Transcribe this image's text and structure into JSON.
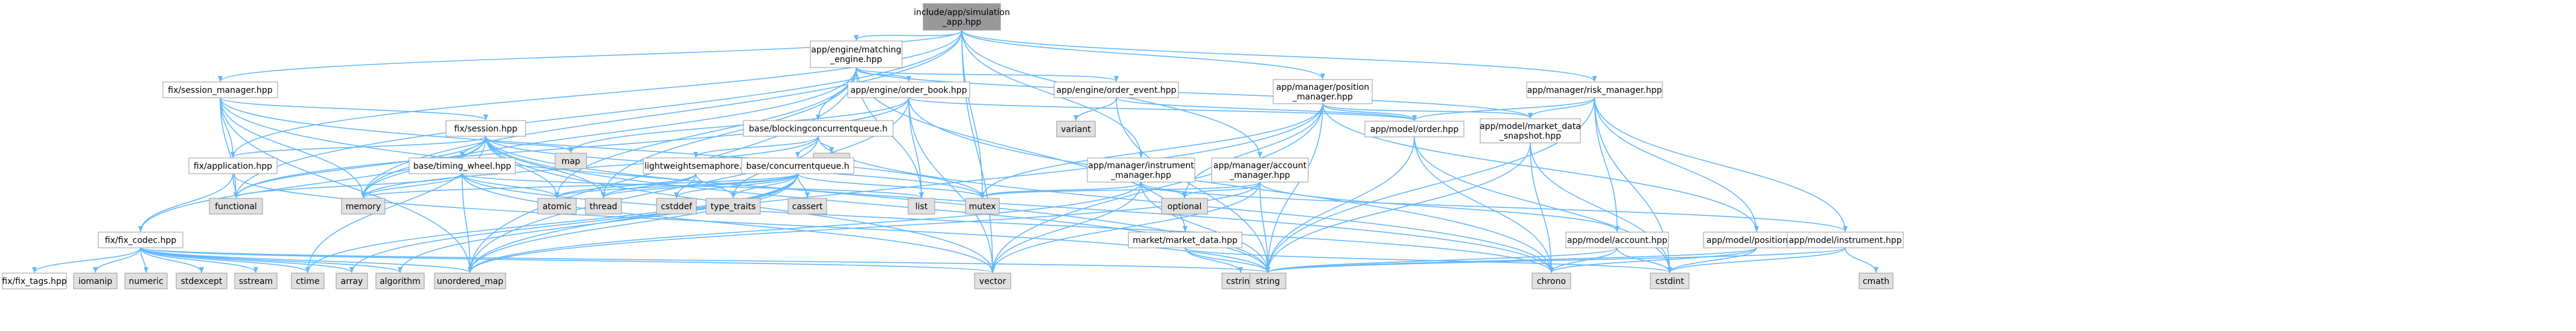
{
  "colors": {
    "edge": "#63b8ff",
    "root_fill": "#999999",
    "internal_fill": "#ffffff",
    "system_fill": "#e0e0e0",
    "border": "#999999",
    "bad_border": "#ff0000",
    "text": "#000000"
  },
  "nodes": [
    {
      "id": "root",
      "label": [
        "include/app/simulation",
        "_app.hpp"
      ],
      "kind": "root"
    },
    {
      "id": "me",
      "label": [
        "app/engine/matching",
        "_engine.hpp"
      ],
      "kind": "internal"
    },
    {
      "id": "fsm",
      "label": [
        "fix/session_manager.hpp"
      ],
      "kind": "internal"
    },
    {
      "id": "ob",
      "label": [
        "app/engine/order_book.hpp"
      ],
      "kind": "internal"
    },
    {
      "id": "oe",
      "label": [
        "app/engine/order_event.hpp"
      ],
      "kind": "internal"
    },
    {
      "id": "pm",
      "label": [
        "app/manager/position",
        "_manager.hpp"
      ],
      "kind": "internal"
    },
    {
      "id": "rm",
      "label": [
        "app/manager/risk_manager.hpp"
      ],
      "kind": "internal"
    },
    {
      "id": "fs",
      "label": [
        "fix/session.hpp"
      ],
      "kind": "internal"
    },
    {
      "id": "bcq",
      "label": [
        "base/blockingconcurrentqueue.h"
      ],
      "kind": "internal"
    },
    {
      "id": "variant",
      "label": [
        "variant"
      ],
      "kind": "system"
    },
    {
      "id": "ord",
      "label": [
        "app/model/order.hpp"
      ],
      "kind": "internal"
    },
    {
      "id": "mds",
      "label": [
        "app/model/market_data",
        "_snapshot.hpp"
      ],
      "kind": "internal"
    },
    {
      "id": "map",
      "label": [
        "map"
      ],
      "kind": "system"
    },
    {
      "id": "cerrno",
      "label": [
        "cerrno"
      ],
      "kind": "system"
    },
    {
      "id": "app",
      "label": [
        "fix/application.hpp"
      ],
      "kind": "internal"
    },
    {
      "id": "tw",
      "label": [
        "base/timing_wheel.hpp"
      ],
      "kind": "bad"
    },
    {
      "id": "lws",
      "label": [
        "lightweightsemaphore.h"
      ],
      "kind": "internal"
    },
    {
      "id": "cq",
      "label": [
        "base/concurrentqueue.h"
      ],
      "kind": "bad"
    },
    {
      "id": "im",
      "label": [
        "app/manager/instrument",
        "_manager.hpp"
      ],
      "kind": "internal"
    },
    {
      "id": "am",
      "label": [
        "app/manager/account",
        "_manager.hpp"
      ],
      "kind": "internal"
    },
    {
      "id": "functional",
      "label": [
        "functional"
      ],
      "kind": "system"
    },
    {
      "id": "memory",
      "label": [
        "memory"
      ],
      "kind": "system"
    },
    {
      "id": "atomic",
      "label": [
        "atomic"
      ],
      "kind": "system"
    },
    {
      "id": "thread",
      "label": [
        "thread"
      ],
      "kind": "system"
    },
    {
      "id": "cstddef",
      "label": [
        "cstddef"
      ],
      "kind": "system"
    },
    {
      "id": "typetraits",
      "label": [
        "type_traits"
      ],
      "kind": "system"
    },
    {
      "id": "cassert",
      "label": [
        "cassert"
      ],
      "kind": "system"
    },
    {
      "id": "list",
      "label": [
        "list"
      ],
      "kind": "system"
    },
    {
      "id": "mutex",
      "label": [
        "mutex"
      ],
      "kind": "system"
    },
    {
      "id": "optional",
      "label": [
        "optional"
      ],
      "kind": "system"
    },
    {
      "id": "mdh",
      "label": [
        "market/market_data.hpp"
      ],
      "kind": "internal"
    },
    {
      "id": "acc",
      "label": [
        "app/model/account.hpp"
      ],
      "kind": "internal"
    },
    {
      "id": "pos",
      "label": [
        "app/model/position.hpp"
      ],
      "kind": "internal"
    },
    {
      "id": "ins",
      "label": [
        "app/model/instrument.hpp"
      ],
      "kind": "internal"
    },
    {
      "id": "codec",
      "label": [
        "fix/fix_codec.hpp"
      ],
      "kind": "internal"
    },
    {
      "id": "tags",
      "label": [
        "fix/fix_tags.hpp"
      ],
      "kind": "internal"
    },
    {
      "id": "iomanip",
      "label": [
        "iomanip"
      ],
      "kind": "system"
    },
    {
      "id": "numeric",
      "label": [
        "numeric"
      ],
      "kind": "system"
    },
    {
      "id": "stdexcept",
      "label": [
        "stdexcept"
      ],
      "kind": "system"
    },
    {
      "id": "sstream",
      "label": [
        "sstream"
      ],
      "kind": "system"
    },
    {
      "id": "ctime",
      "label": [
        "ctime"
      ],
      "kind": "system"
    },
    {
      "id": "array",
      "label": [
        "array"
      ],
      "kind": "system"
    },
    {
      "id": "algorithm",
      "label": [
        "algorithm"
      ],
      "kind": "system"
    },
    {
      "id": "umap",
      "label": [
        "unordered_map"
      ],
      "kind": "system"
    },
    {
      "id": "vector",
      "label": [
        "vector"
      ],
      "kind": "system"
    },
    {
      "id": "cstring",
      "label": [
        "cstring"
      ],
      "kind": "system"
    },
    {
      "id": "string",
      "label": [
        "string"
      ],
      "kind": "system"
    },
    {
      "id": "chrono",
      "label": [
        "chrono"
      ],
      "kind": "system"
    },
    {
      "id": "cstdint",
      "label": [
        "cstdint"
      ],
      "kind": "system"
    },
    {
      "id": "cmath",
      "label": [
        "cmath"
      ],
      "kind": "system"
    }
  ],
  "edges": [
    [
      "root",
      "me"
    ],
    [
      "root",
      "fsm"
    ],
    [
      "root",
      "pm"
    ],
    [
      "root",
      "rm"
    ],
    [
      "root",
      "app"
    ],
    [
      "root",
      "im"
    ],
    [
      "root",
      "am"
    ],
    [
      "root",
      "mutex"
    ],
    [
      "root",
      "memory"
    ],
    [
      "root",
      "vector"
    ],
    [
      "root",
      "functional"
    ],
    [
      "me",
      "ob"
    ],
    [
      "me",
      "oe"
    ],
    [
      "me",
      "bcq"
    ],
    [
      "me",
      "mds"
    ],
    [
      "me",
      "mdh"
    ],
    [
      "me",
      "thread"
    ],
    [
      "me",
      "atomic"
    ],
    [
      "me",
      "list"
    ],
    [
      "me",
      "umap"
    ],
    [
      "me",
      "memory"
    ],
    [
      "fsm",
      "fs"
    ],
    [
      "fsm",
      "app"
    ],
    [
      "fsm",
      "memory"
    ],
    [
      "fsm",
      "umap"
    ],
    [
      "fsm",
      "mutex"
    ],
    [
      "fsm",
      "functional"
    ],
    [
      "fsm",
      "string"
    ],
    [
      "ob",
      "ord"
    ],
    [
      "ob",
      "list"
    ],
    [
      "ob",
      "map"
    ],
    [
      "ob",
      "vector"
    ],
    [
      "ob",
      "umap"
    ],
    [
      "ob",
      "functional"
    ],
    [
      "ob",
      "chrono"
    ],
    [
      "oe",
      "ord"
    ],
    [
      "oe",
      "variant"
    ],
    [
      "oe",
      "string"
    ],
    [
      "pm",
      "ord"
    ],
    [
      "pm",
      "mds"
    ],
    [
      "pm",
      "pos"
    ],
    [
      "pm",
      "mutex"
    ],
    [
      "pm",
      "optional"
    ],
    [
      "pm",
      "string"
    ],
    [
      "pm",
      "vector"
    ],
    [
      "pm",
      "umap"
    ],
    [
      "rm",
      "ord"
    ],
    [
      "rm",
      "mds"
    ],
    [
      "rm",
      "acc"
    ],
    [
      "rm",
      "pos"
    ],
    [
      "rm",
      "ins"
    ],
    [
      "rm",
      "string"
    ],
    [
      "rm",
      "cstdint"
    ],
    [
      "fs",
      "codec"
    ],
    [
      "fs",
      "app"
    ],
    [
      "fs",
      "tw"
    ],
    [
      "fs",
      "map"
    ],
    [
      "fs",
      "memory"
    ],
    [
      "fs",
      "functional"
    ],
    [
      "fs",
      "atomic"
    ],
    [
      "fs",
      "thread"
    ],
    [
      "fs",
      "mutex"
    ],
    [
      "fs",
      "chrono"
    ],
    [
      "fs",
      "string"
    ],
    [
      "fs",
      "vector"
    ],
    [
      "fs",
      "ctime"
    ],
    [
      "bcq",
      "cq"
    ],
    [
      "bcq",
      "lws"
    ],
    [
      "bcq",
      "memory"
    ],
    [
      "bcq",
      "chrono"
    ],
    [
      "bcq",
      "cerrno"
    ],
    [
      "bcq",
      "typetraits"
    ],
    [
      "ord",
      "string"
    ],
    [
      "ord",
      "chrono"
    ],
    [
      "ord",
      "cstdint"
    ],
    [
      "mds",
      "string"
    ],
    [
      "mds",
      "cstdint"
    ],
    [
      "mds",
      "chrono"
    ],
    [
      "app",
      "codec"
    ],
    [
      "app",
      "functional"
    ],
    [
      "app",
      "string"
    ],
    [
      "tw",
      "functional"
    ],
    [
      "tw",
      "list"
    ],
    [
      "tw",
      "vector"
    ],
    [
      "tw",
      "umap"
    ],
    [
      "tw",
      "memory"
    ],
    [
      "tw",
      "atomic"
    ],
    [
      "tw",
      "chrono"
    ],
    [
      "lws",
      "atomic"
    ],
    [
      "lws",
      "cstddef"
    ],
    [
      "lws",
      "typetraits"
    ],
    [
      "lws",
      "thread"
    ],
    [
      "cq",
      "atomic"
    ],
    [
      "cq",
      "thread"
    ],
    [
      "cq",
      "cstddef"
    ],
    [
      "cq",
      "typetraits"
    ],
    [
      "cq",
      "cassert"
    ],
    [
      "cq",
      "mutex"
    ],
    [
      "cq",
      "array"
    ],
    [
      "cq",
      "algorithm"
    ],
    [
      "cq",
      "umap"
    ],
    [
      "cq",
      "memory"
    ],
    [
      "cq",
      "ctime"
    ],
    [
      "im",
      "ins"
    ],
    [
      "im",
      "umap"
    ],
    [
      "im",
      "mutex"
    ],
    [
      "im",
      "optional"
    ],
    [
      "im",
      "string"
    ],
    [
      "im",
      "vector"
    ],
    [
      "am",
      "acc"
    ],
    [
      "am",
      "umap"
    ],
    [
      "am",
      "mutex"
    ],
    [
      "am",
      "optional"
    ],
    [
      "am",
      "string"
    ],
    [
      "am",
      "vector"
    ],
    [
      "mdh",
      "string"
    ],
    [
      "mdh",
      "cstring"
    ],
    [
      "mdh",
      "cstdint"
    ],
    [
      "acc",
      "string"
    ],
    [
      "acc",
      "cstdint"
    ],
    [
      "acc",
      "chrono"
    ],
    [
      "pos",
      "string"
    ],
    [
      "pos",
      "cstdint"
    ],
    [
      "pos",
      "chrono"
    ],
    [
      "ins",
      "string"
    ],
    [
      "ins",
      "cstdint"
    ],
    [
      "ins",
      "cmath"
    ],
    [
      "codec",
      "tags"
    ],
    [
      "codec",
      "iomanip"
    ],
    [
      "codec",
      "numeric"
    ],
    [
      "codec",
      "stdexcept"
    ],
    [
      "codec",
      "sstream"
    ],
    [
      "codec",
      "ctime"
    ],
    [
      "codec",
      "array"
    ],
    [
      "codec",
      "algorithm"
    ],
    [
      "codec",
      "umap"
    ],
    [
      "codec",
      "vector"
    ],
    [
      "codec",
      "string"
    ]
  ]
}
